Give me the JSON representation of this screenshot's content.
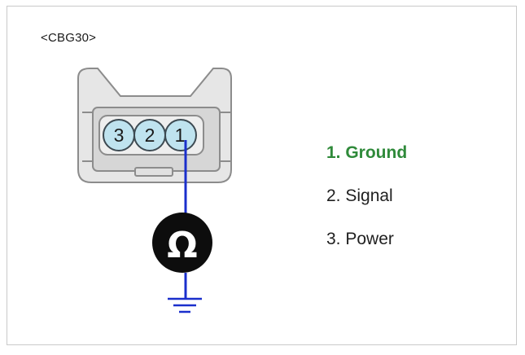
{
  "connector": {
    "id": "<CBG30>",
    "pins": [
      {
        "number": "3"
      },
      {
        "number": "2"
      },
      {
        "number": "1"
      }
    ],
    "pin_fill": "#bfe3ef",
    "wire_color": "#1a2fcc"
  },
  "meter": {
    "symbol": "Ω",
    "icon": "ohmmeter-icon"
  },
  "ground": {
    "icon": "ground-symbol-icon"
  },
  "legend": {
    "items": [
      {
        "label": "1. Ground",
        "highlight": true,
        "color": "#2f8a3a"
      },
      {
        "label": "2. Signal",
        "highlight": false
      },
      {
        "label": "3. Power",
        "highlight": false
      }
    ]
  }
}
